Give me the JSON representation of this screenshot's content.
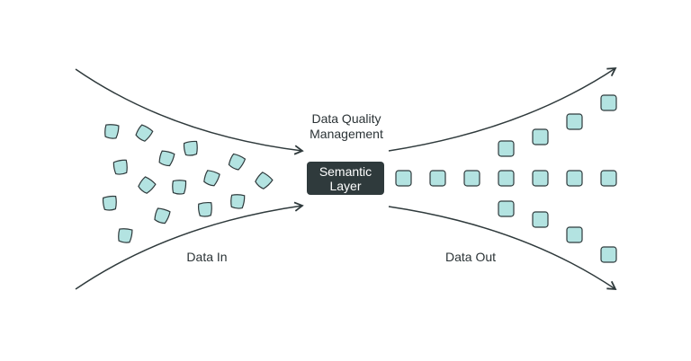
{
  "labels": {
    "quality_line1": "Data Quality",
    "quality_line2": "Management",
    "semantic_line1": "Semantic",
    "semantic_line2": "Layer",
    "data_in": "Data In",
    "data_out": "Data Out"
  },
  "colors": {
    "square_fill": "#b3e3e1",
    "stroke": "#2f3a3c",
    "box_fill": "#2f3a3c"
  }
}
